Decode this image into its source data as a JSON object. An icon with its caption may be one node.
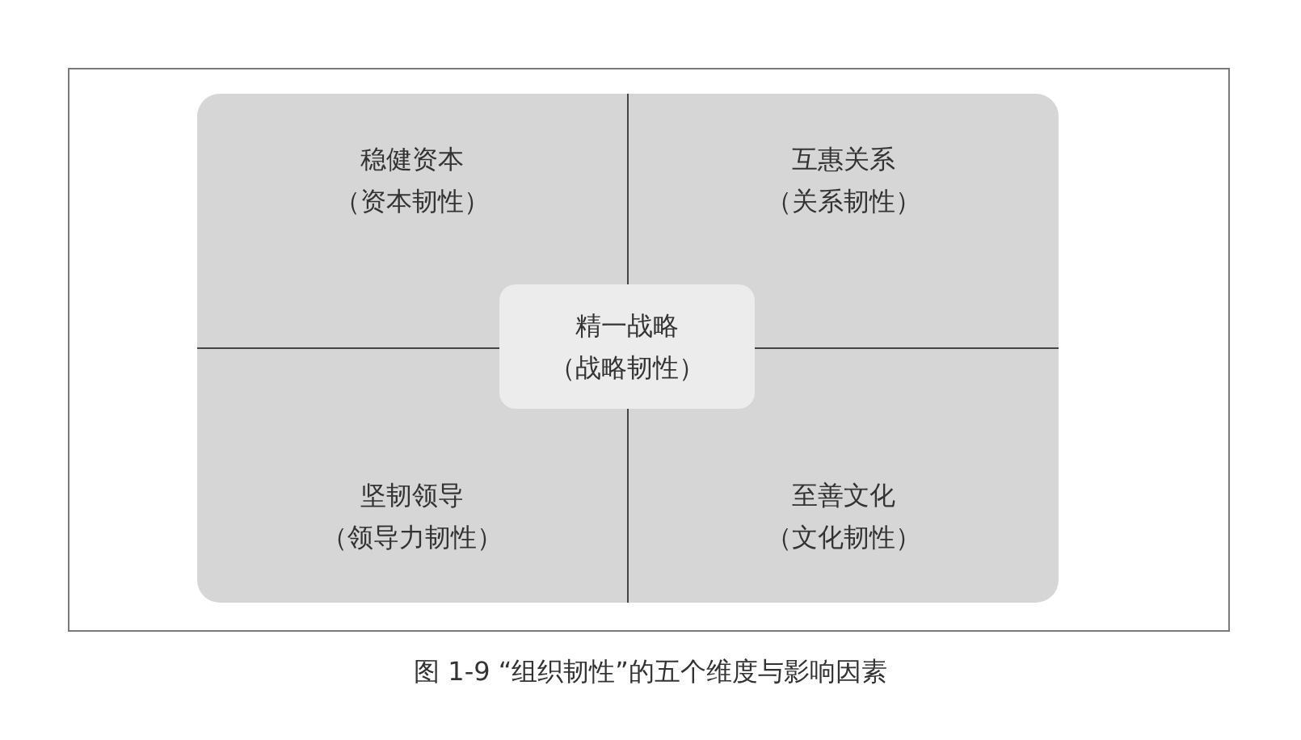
{
  "diagram": {
    "caption": "图 1-9 “组织韧性”的五个维度与影响因素",
    "nodes": [
      {
        "text": [
          "稳健资本",
          "（资本韧性）"
        ]
      },
      {
        "text": [
          "互惠关系",
          "（关系韧性）"
        ]
      },
      {
        "text": [
          "坚韧领导",
          "（领导力韧性）"
        ]
      },
      {
        "text": [
          "至善文化",
          "（文化韧性）"
        ]
      },
      {
        "text": [
          "精一战略",
          "（战略韧性）"
        ]
      }
    ]
  }
}
